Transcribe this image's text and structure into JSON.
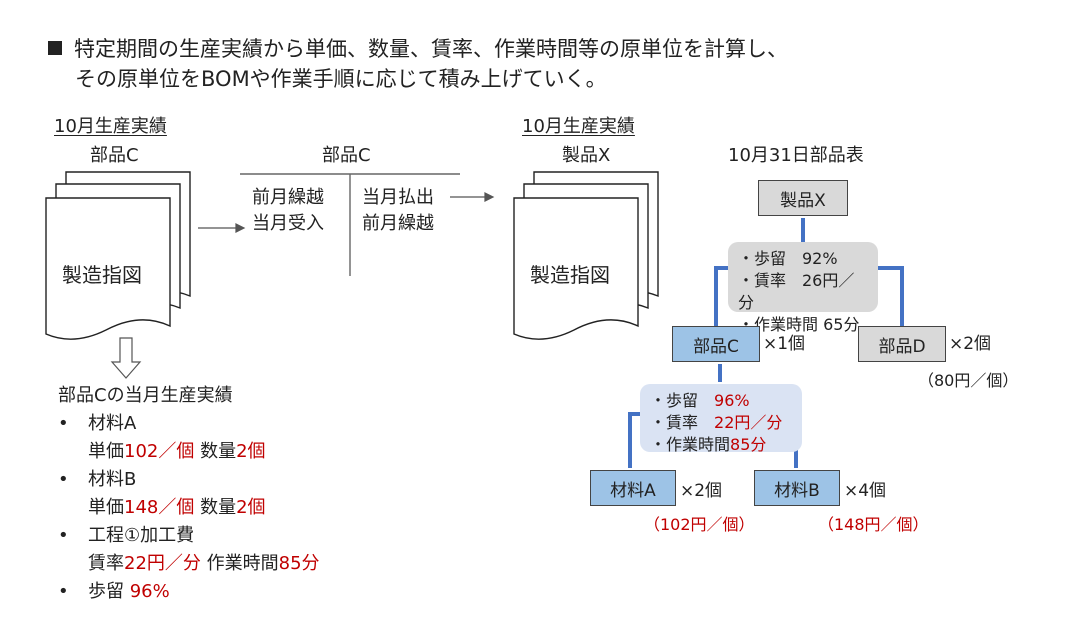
{
  "header": {
    "line1": "特定期間の生産実績から単価、数量、賃率、作業時間等の原単位を計算し、",
    "line2": "その原単位をBOMや作業手順に応じて積み上げていく。"
  },
  "left": {
    "caption": "10月生産実績",
    "part": "部品C",
    "doc_label": "製造指図"
  },
  "ledger": {
    "title": "部品C",
    "debit": [
      "前月繰越",
      "当月受入"
    ],
    "credit": [
      "当月払出",
      "前月繰越"
    ]
  },
  "middle": {
    "caption": "10月生産実績",
    "product": "製品X",
    "doc_label": "製造指図"
  },
  "bom": {
    "title": "10月31日部品表",
    "top": "製品X",
    "upper_note": [
      "・歩留　92%",
      "・賃率　26円／分",
      "・作業時間 65分"
    ],
    "partC": "部品C",
    "partC_qty": "×1個",
    "partD": "部品D",
    "partD_qty": "×2個",
    "partD_price": "（80円／個）",
    "lower_note": {
      "yield_label": "・歩留",
      "yield_value": "96%",
      "rate_label": "・賃率",
      "rate_value": "22円／分",
      "time_label": "・作業時間",
      "time_value": "85分"
    },
    "matA": "材料A",
    "matA_qty": "×2個",
    "matA_price": "（102円／個）",
    "matB": "材料B",
    "matB_qty": "×4個",
    "matB_price": "（148円／個）"
  },
  "results": {
    "title": "部品Cの当月生産実績",
    "bullet": "•",
    "matA": "材料A",
    "matA_unit_label": "単価",
    "matA_unit_value": "102／個",
    "matA_qty_label": "数量",
    "matA_qty_value": "2個",
    "matB": "材料B",
    "matB_unit_label": "単価",
    "matB_unit_value": "148／個",
    "matB_qty_label": "数量",
    "matB_qty_value": "2個",
    "process": "工程①加工費",
    "rate_label": "賃率",
    "rate_value": "22円／分",
    "time_label": "作業時間",
    "time_value": "85分",
    "yield_label": "歩留",
    "yield_value": "96%"
  },
  "colors": {
    "accent_red": "#c00000",
    "connector_blue": "#4472c4",
    "box_gray": "#d9d9d9",
    "box_blue": "#9dc3e6",
    "note_blue": "#dae3f3"
  }
}
